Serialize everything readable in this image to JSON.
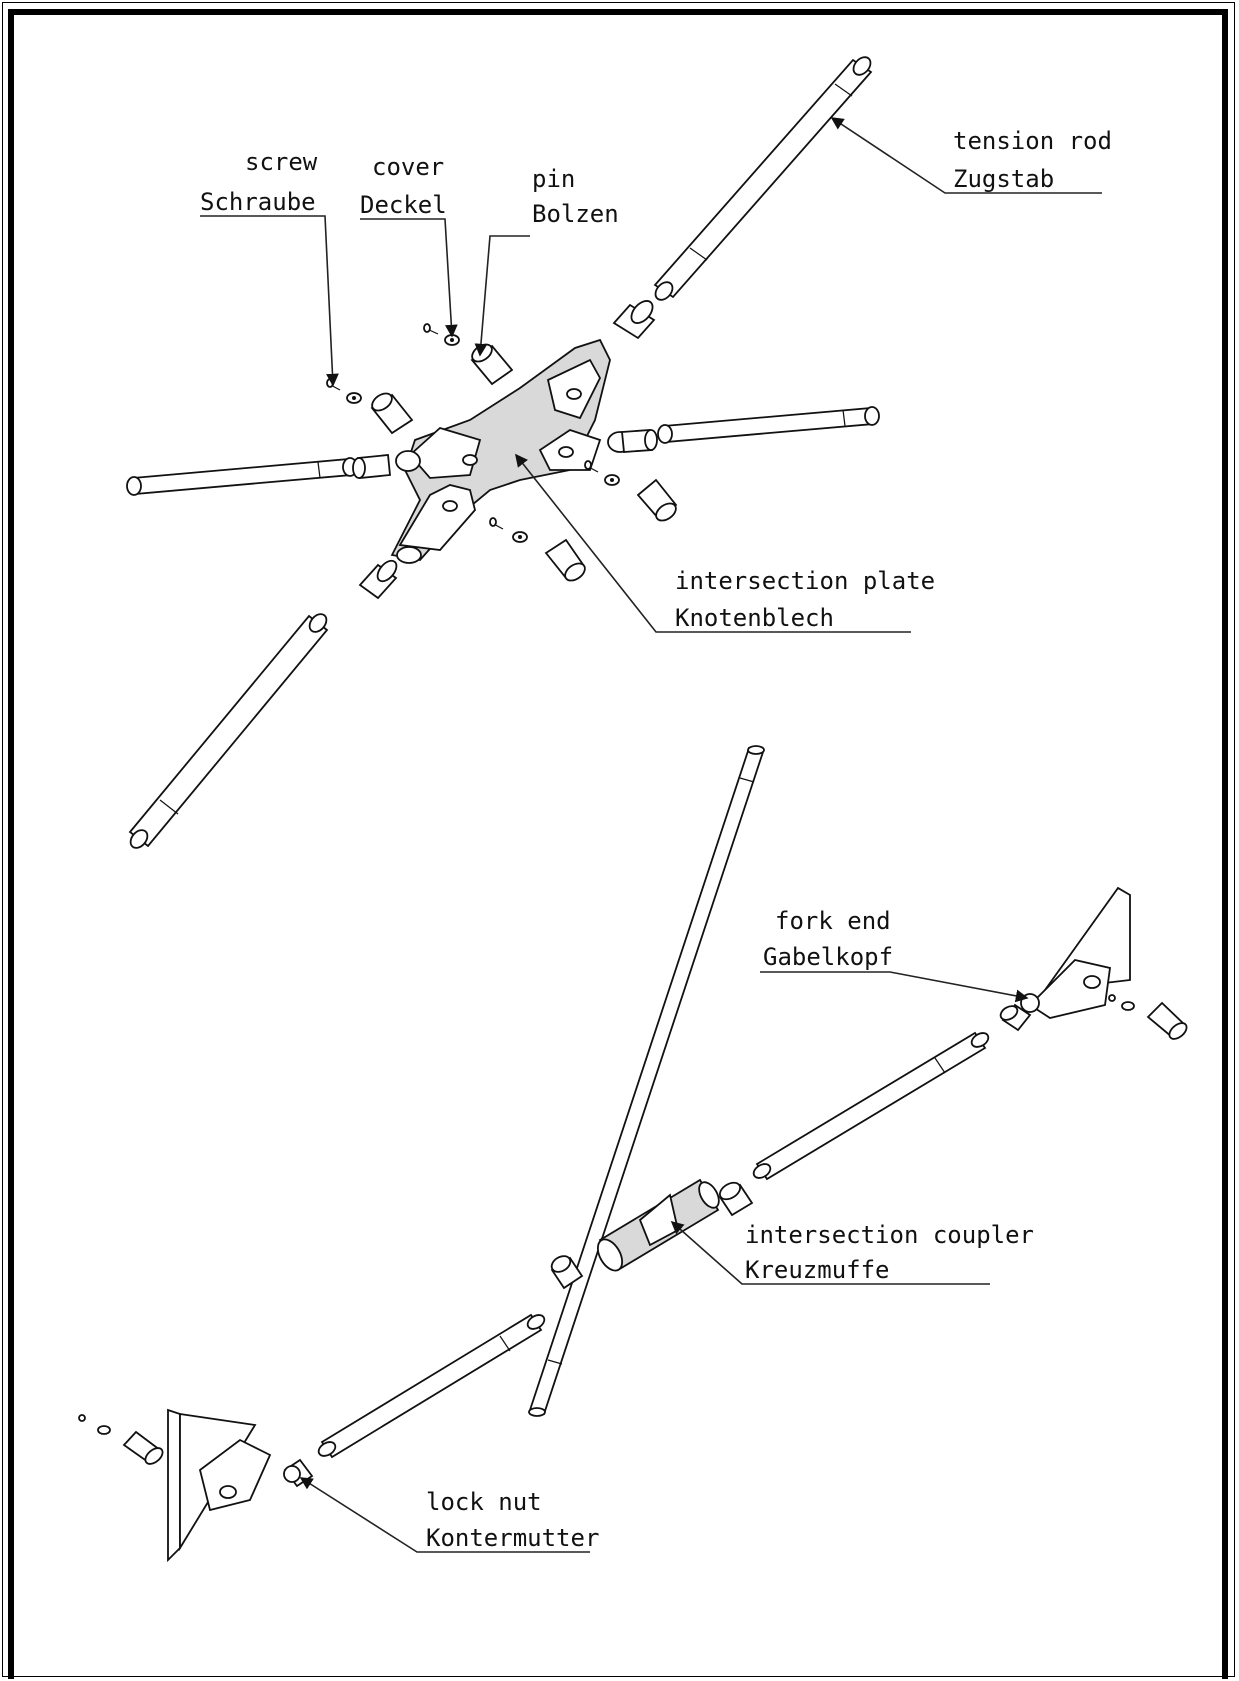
{
  "labels": {
    "screw": {
      "en": "screw",
      "de": "Schraube"
    },
    "cover": {
      "en": "cover",
      "de": "Deckel"
    },
    "pin": {
      "en": "pin",
      "de": "Bolzen"
    },
    "tension_rod": {
      "en": "tension rod",
      "de": "Zugstab"
    },
    "intersection_plate": {
      "en": "intersection plate",
      "de": "Knotenblech"
    },
    "fork_end": {
      "en": "fork end",
      "de": "Gabelkopf"
    },
    "intersection_coupler": {
      "en": "intersection coupler",
      "de": "Kreuzmuffe"
    },
    "lock_nut": {
      "en": "lock nut",
      "de": "Kontermutter"
    }
  },
  "colors": {
    "line": "#111111",
    "background": "#ffffff",
    "shade": "#d9d9d9"
  }
}
